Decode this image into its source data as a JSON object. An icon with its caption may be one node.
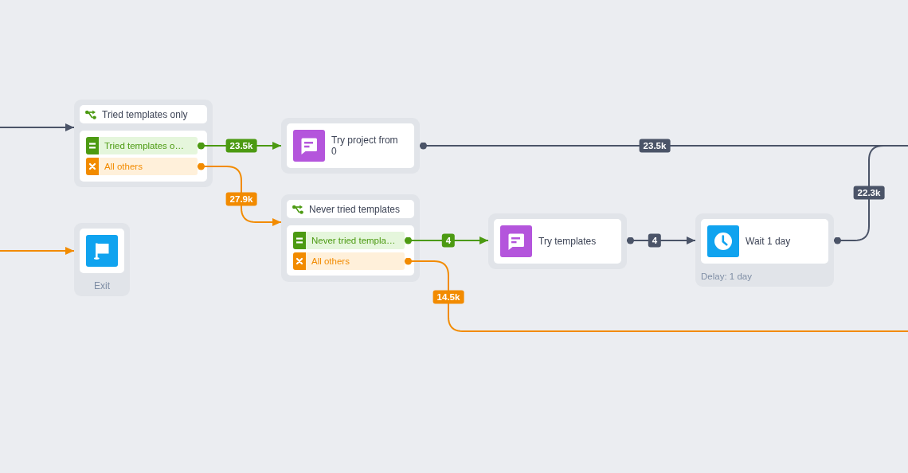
{
  "diagram": {
    "nodes": [
      {
        "text": [
          "Tried templates only"
        ]
      },
      {
        "text": [
          "Tried templates o…"
        ],
        "in": 0
      },
      {
        "text": [
          "All others"
        ],
        "in": 0
      },
      {
        "text": [
          "Try project from 0"
        ]
      },
      {
        "text": [
          "Never tried templates"
        ]
      },
      {
        "text": [
          "Never tried templa…"
        ],
        "in": 4
      },
      {
        "text": [
          "All others"
        ],
        "in": 4
      },
      {
        "text": [
          "Try templates"
        ]
      },
      {
        "text": [
          "Wait 1 day",
          "Delay: 1 day"
        ]
      },
      {
        "text": [
          "Exit"
        ]
      }
    ],
    "edges": [
      {
        "from": null,
        "to": 0,
        "arrow": "to"
      },
      {
        "from": null,
        "to": 9,
        "arrow": "to",
        "color": "#f28b00"
      },
      {
        "from": 1,
        "to": 3,
        "arrow": "to",
        "label": "23.5k",
        "color": "#4c9a12"
      },
      {
        "from": 2,
        "to": 4,
        "arrow": "to",
        "label": "27.9k",
        "color": "#f28b00"
      },
      {
        "from": 3,
        "to": null,
        "arrow": "other",
        "label": "23.5k"
      },
      {
        "from": 5,
        "to": 7,
        "arrow": "to",
        "label": "4",
        "color": "#4c9a12"
      },
      {
        "from": 6,
        "to": null,
        "arrow": "other",
        "label": "14.5k",
        "color": "#f28b00"
      },
      {
        "from": 7,
        "to": 8,
        "arrow": "to",
        "label": "4"
      },
      {
        "from": 8,
        "to": null,
        "arrow": "other",
        "label": "22.3k"
      }
    ]
  }
}
